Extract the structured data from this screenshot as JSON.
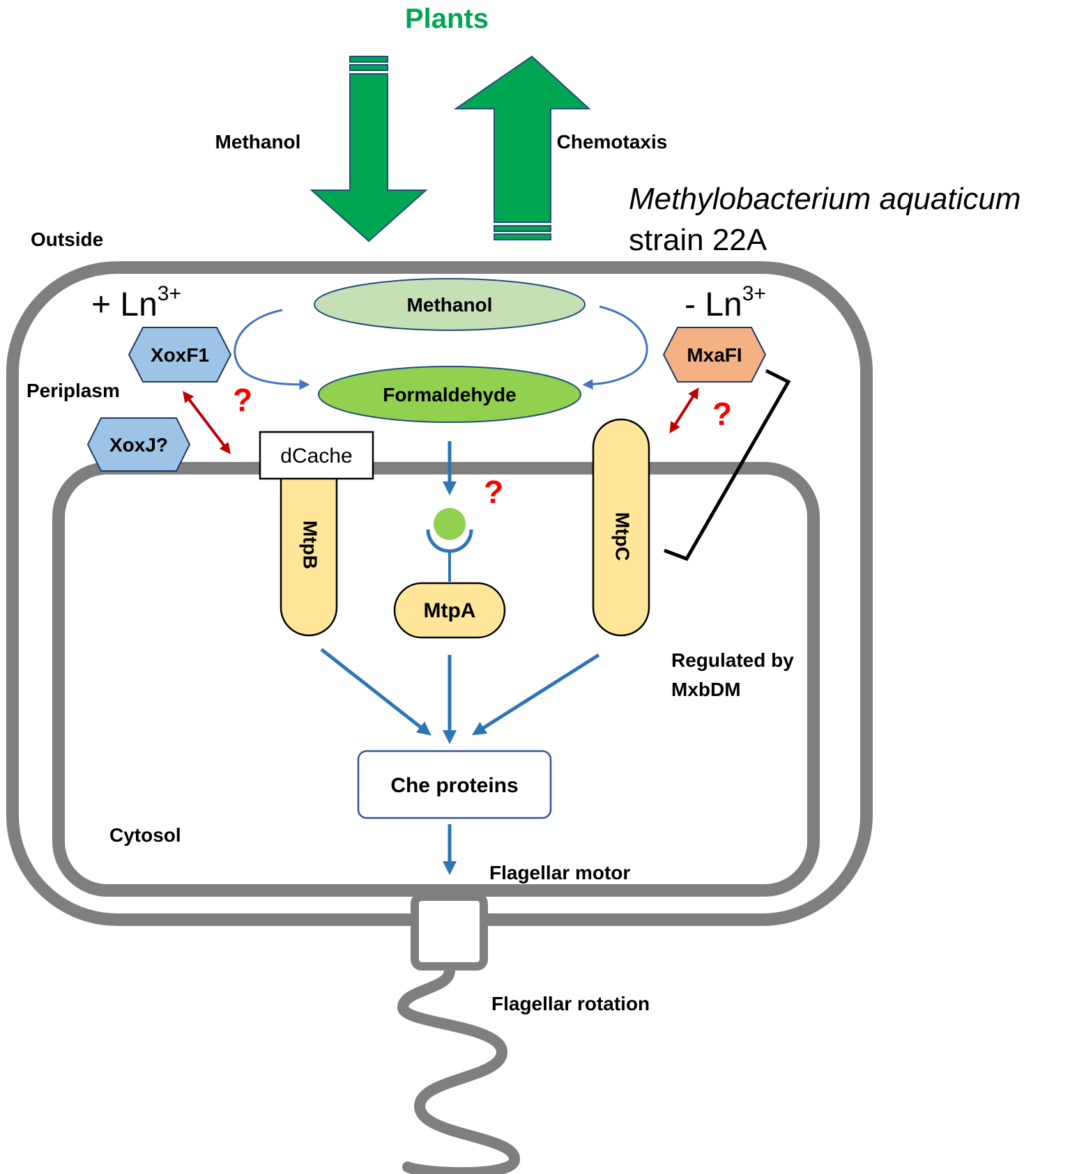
{
  "labels": {
    "plants": "Plants",
    "methanol_outside": "Methanol",
    "chemotaxis": "Chemotaxis",
    "species_italic": "Methylobacterium aquaticum",
    "strain": "strain 22A",
    "outside": "Outside",
    "periplasm": "Periplasm",
    "cytosol": "Cytosol",
    "ln_plus_prefix": "+ Ln",
    "ln_minus_prefix": "- Ln",
    "ln_superscript": "3+",
    "regulated_line1": "Regulated by",
    "regulated_line2": "MxbDM",
    "flagellar_motor": "Flagellar motor",
    "flagellar_rotation": "Flagellar rotation"
  },
  "nodes": {
    "methanol": "Methanol",
    "formaldehyde": "Formaldehyde",
    "xoxf1": "XoxF1",
    "xoxj": "XoxJ?",
    "mxafi": "MxaFI",
    "dcache": "dCache",
    "mtpb": "MtpB",
    "mtpc": "MtpC",
    "mtpa": "MtpA",
    "che_proteins": "Che proteins"
  },
  "question_mark": "?",
  "colors": {
    "green_arrow": "#00A651",
    "plants_text": "#00A651",
    "membrane_gray": "#7F7F7F",
    "blue_arrow": "#2E75B6",
    "red_arrow": "#C00000",
    "question_red": "#FF0000",
    "xox_blue": "#9DC3E6",
    "mxa_orange": "#F4B183",
    "methanol_fill": "#C5E0B4",
    "formaldehyde_fill": "#92D050",
    "mtp_fill": "#FFE699"
  }
}
